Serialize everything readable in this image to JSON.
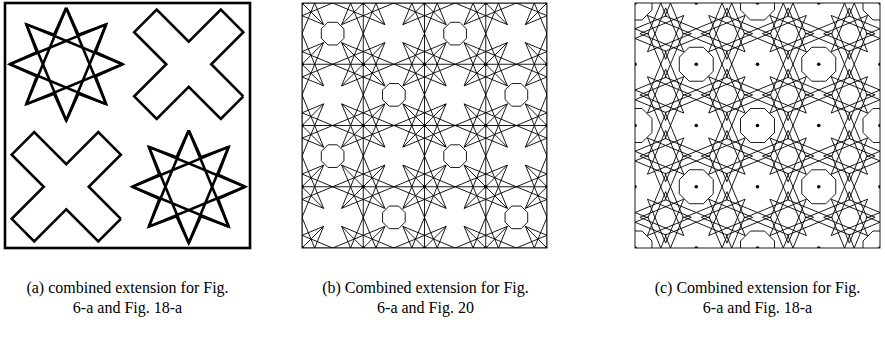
{
  "diagram": {
    "labels": [
      "(a) combined extension for Fig. 6-a and Fig. 18-a",
      "(b) Combined extension for Fig. 6-a and Fig. 20",
      "(c) Combined extension for Fig. 6-a and Fig. 18-a"
    ]
  }
}
